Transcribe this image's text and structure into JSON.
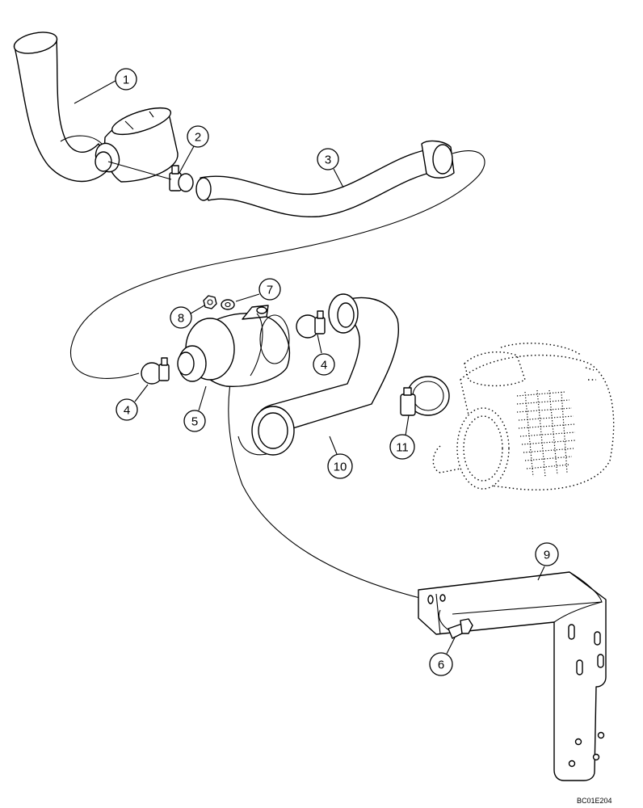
{
  "callouts": {
    "c1": "1",
    "c2": "2",
    "c3": "3",
    "c4a": "4",
    "c4b": "4",
    "c5": "5",
    "c6": "6",
    "c7": "7",
    "c8": "8",
    "c9": "9",
    "c10": "10",
    "c11": "11"
  },
  "drawing_code": "BC01E204"
}
